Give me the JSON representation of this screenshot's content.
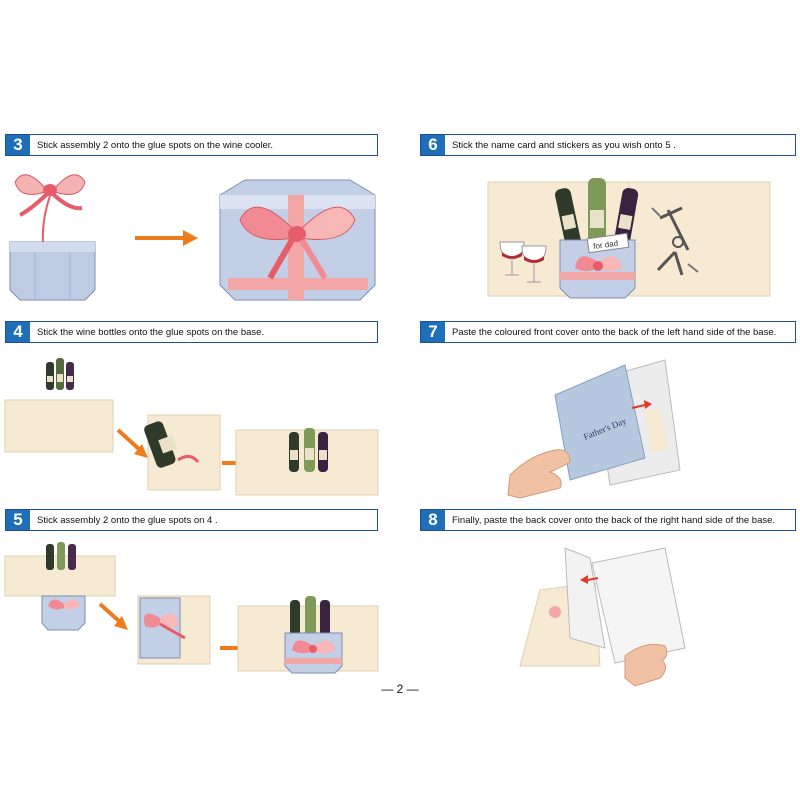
{
  "page_number": "— 2 —",
  "colors": {
    "header_border": "#1f4e9a",
    "number_bg": "#1f6fb8",
    "arrow": "#f07b1c",
    "card": "#f6ead3",
    "cooler": "#b9c7e2",
    "ribbon": "#f2a6a6",
    "bow": "#e85c6a"
  },
  "steps": [
    {
      "num": "3",
      "text": "Stick assembly 2 onto the glue spots on the wine cooler."
    },
    {
      "num": "4",
      "text": "Stick the wine bottles onto the glue spots on the base."
    },
    {
      "num": "5",
      "text": "Stick assembly 2 onto the glue spots on 4 ."
    },
    {
      "num": "6",
      "text": "Stick the name card and stickers as you wish onto 5 ."
    },
    {
      "num": "7",
      "text": "Paste the coloured front cover onto the back of the left hand side of the base."
    },
    {
      "num": "8",
      "text": "Finally, paste the back cover onto the back of the right hand side of the base."
    }
  ],
  "name_card_text": "for dad",
  "cover_text": "Father's Day"
}
